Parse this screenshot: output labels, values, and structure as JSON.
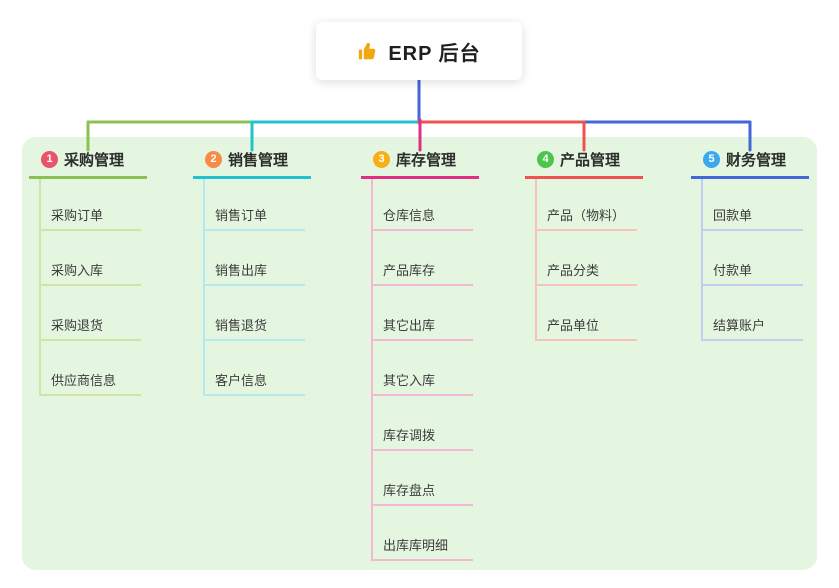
{
  "colors": {
    "canvas_bg": "#ffffff",
    "panel_bg": "#e4f6df",
    "trunk": "#4566d6"
  },
  "root": {
    "label": "ERP 后台",
    "icon": "thumbs-up"
  },
  "branches": [
    {
      "badge": "1",
      "label": "采购管理",
      "color": "#8cc152",
      "tint": "#cde6a8",
      "badge_color": "#e9536b",
      "children": [
        "采购订单",
        "采购入库",
        "采购退货",
        "供应商信息"
      ]
    },
    {
      "badge": "2",
      "label": "销售管理",
      "color": "#23c2cf",
      "tint": "#b4e9ee",
      "badge_color": "#f98b45",
      "children": [
        "销售订单",
        "销售出库",
        "销售退货",
        "客户信息"
      ]
    },
    {
      "badge": "3",
      "label": "库存管理",
      "color": "#e02f86",
      "tint": "#f3b8d4",
      "badge_color": "#f8ae17",
      "children": [
        "仓库信息",
        "产品库存",
        "其它出库",
        "其它入库",
        "库存调拨",
        "库存盘点",
        "出库库明细"
      ]
    },
    {
      "badge": "4",
      "label": "产品管理",
      "color": "#ee544f",
      "tint": "#f7c1bd",
      "badge_color": "#4cc54f",
      "children": [
        "产品（物料）",
        "产品分类",
        "产品单位"
      ]
    },
    {
      "badge": "5",
      "label": "财务管理",
      "color": "#4566d6",
      "tint": "#c2cdf0",
      "badge_color": "#3aa9f0",
      "children": [
        "回款单",
        "付款单",
        "结算账户"
      ]
    }
  ]
}
